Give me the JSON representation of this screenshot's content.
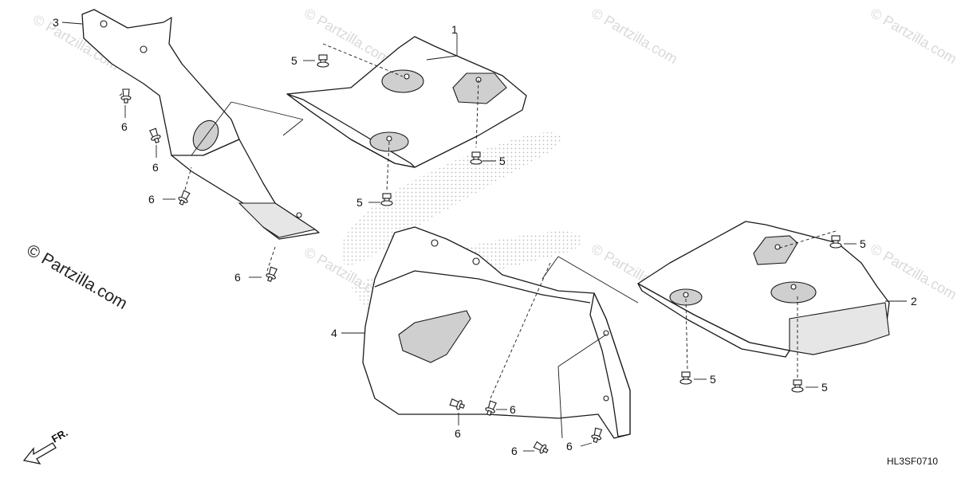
{
  "watermark": {
    "text": "© Partzilla.com",
    "faint_text": "© Partzilla.com"
  },
  "callouts": {
    "p1": "1",
    "p2": "2",
    "p3": "3",
    "p4": "4",
    "bolt": "5",
    "clip": "6"
  },
  "front_arrow": {
    "label": "FR."
  },
  "diagram_code": "HL3SF0710",
  "colors": {
    "line": "#1a1a1a",
    "pocket": "#cfcfcf",
    "stipple": "#c8c8c8",
    "watermark": "#d9d9d9"
  }
}
